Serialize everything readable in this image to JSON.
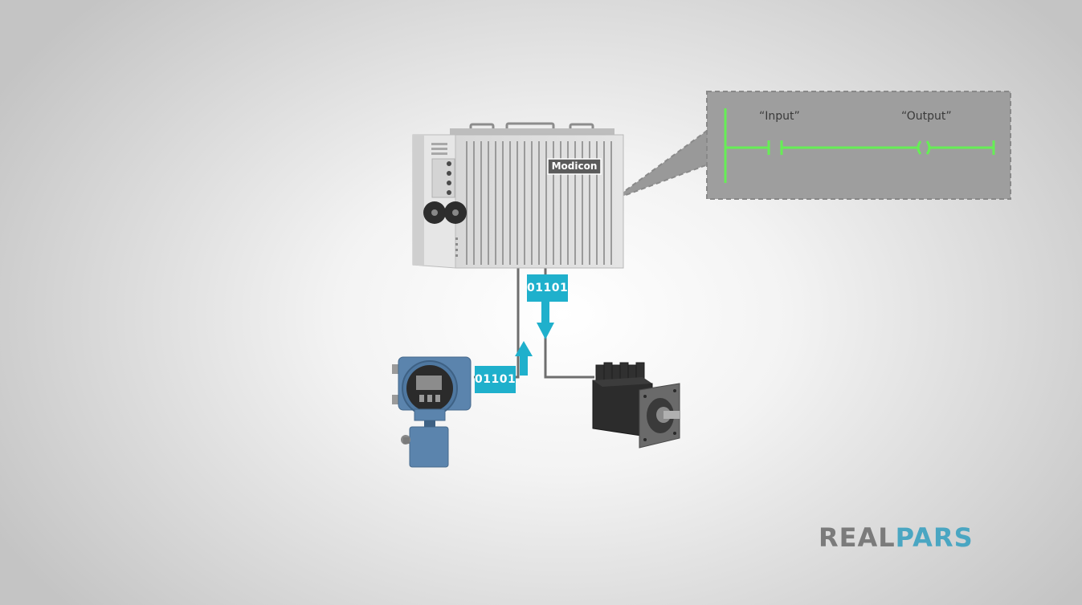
{
  "plc": {
    "brand_label": "Modicon"
  },
  "ladder": {
    "input_label": "“Input”",
    "output_label": "“Output”",
    "rung_color": "#66ee55"
  },
  "signals": {
    "input_bits": "01101",
    "output_bits": "01101",
    "badge_color": "#1fb0cc"
  },
  "logo": {
    "part1": "REAL",
    "part2": "PARS",
    "color1": "#7b7b7b",
    "color2": "#4aa6c2"
  }
}
